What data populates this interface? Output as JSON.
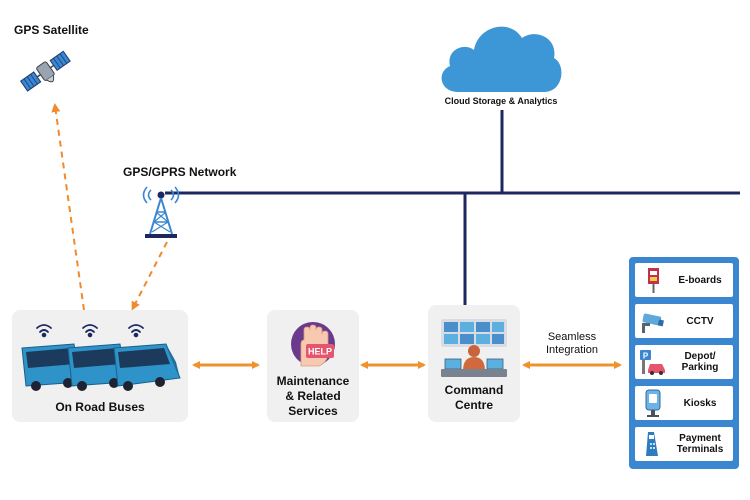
{
  "labels": {
    "gps_satellite": "GPS Satellite",
    "network": "GPS/GPRS Network",
    "cloud": "Cloud Storage & Analytics",
    "buses": "On Road Buses",
    "maintenance_line1": "Maintenance",
    "maintenance_line2": "& Related",
    "maintenance_line3": "Services",
    "help_sign": "HELP",
    "command_line1": "Command",
    "command_line2": "Centre",
    "integration_line1": "Seamless",
    "integration_line2": "Integration"
  },
  "services": [
    {
      "label": "E-boards",
      "icon": "e-board-icon"
    },
    {
      "label": "CCTV",
      "icon": "cctv-camera-icon"
    },
    {
      "label": "Depot/ Parking",
      "icon": "parking-icon"
    },
    {
      "label": "Kiosks",
      "icon": "kiosk-icon"
    },
    {
      "label": "Payment Terminals",
      "icon": "payment-terminal-icon"
    }
  ],
  "colors": {
    "network_line": "#1e2860",
    "cloud": "#3d96d6",
    "arrow": "#f0922b",
    "dashed_arrow": "#f08a2c",
    "panel": "#3a86d1",
    "box_bg": "#f0f0f0",
    "bus": "#2e93c9"
  }
}
